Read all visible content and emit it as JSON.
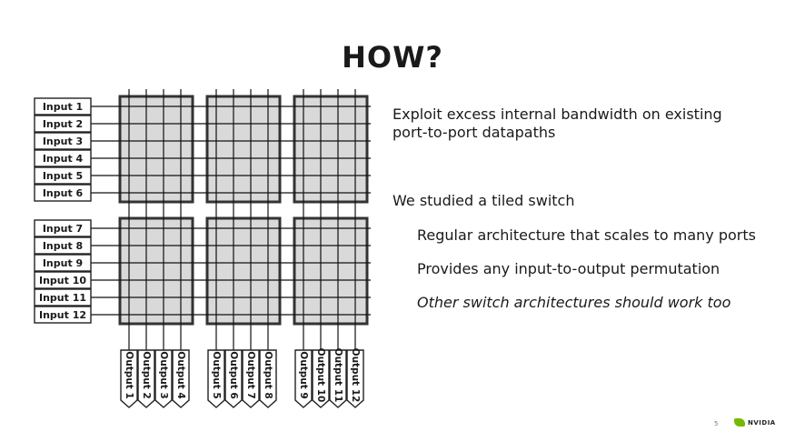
{
  "slide": {
    "title": "HOW?",
    "page_number": "5"
  },
  "bullets": [
    {
      "text": "Exploit excess internal bandwidth on existing",
      "level": 0,
      "italic": false
    },
    {
      "text": "port-to-port datapaths",
      "level": 0,
      "italic": false
    },
    {
      "text": "We studied a tiled switch",
      "level": 0,
      "italic": false
    },
    {
      "text": "Regular architecture that scales to many ports",
      "level": 1,
      "italic": false
    },
    {
      "text": "Provides any input-to-output permutation",
      "level": 1,
      "italic": false
    },
    {
      "text": "Other switch architectures should work too",
      "level": 1,
      "italic": true
    }
  ],
  "diagram": {
    "inputs": [
      "Input 1",
      "Input 2",
      "Input 3",
      "Input 4",
      "Input 5",
      "Input 6",
      "Input 7",
      "Input 8",
      "Input 9",
      "Input 10",
      "Input 11",
      "Input 12"
    ],
    "outputs": [
      "Output 1",
      "Output 2",
      "Output 3",
      "Output 4",
      "Output 5",
      "Output 6",
      "Output 7",
      "Output 8",
      "Output 9",
      "Output 10",
      "Output 11",
      "Output 12"
    ],
    "tile_rows": 2,
    "tile_cols": 3,
    "colors": {
      "tile_fill": "#d9d9d9",
      "tile_border": "#333333",
      "line": "#111111",
      "label_border": "#222222"
    }
  },
  "logo": {
    "text": "NVIDIA",
    "mark_color": "#76b900"
  }
}
